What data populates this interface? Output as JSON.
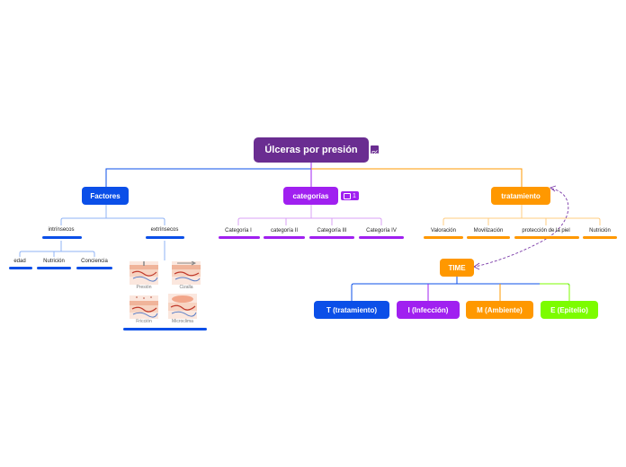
{
  "root": {
    "label": "Úlceras por presión"
  },
  "branches": {
    "factores": {
      "label": "Factores"
    },
    "categorias": {
      "label": "categorías",
      "comment_count": "1"
    },
    "tratamiento": {
      "label": "tratamiento"
    }
  },
  "factores": {
    "intrinsecos": {
      "label": "intrínsecos",
      "items": [
        "edad",
        "Nutrición",
        "Conciencia"
      ]
    },
    "extrinsecos": {
      "label": "extrínsecos",
      "images": [
        "Presión",
        "Cizalla",
        "Fricción",
        "Microclima"
      ]
    }
  },
  "categorias": {
    "items": [
      "Categoría I",
      "categoría II",
      "Categoría III",
      "Categoría IV"
    ]
  },
  "tratamiento": {
    "items": [
      "Valoración",
      "Movilización",
      "protección de la piel",
      "Nutrición"
    ],
    "time": {
      "label": "TIME",
      "items": [
        "T (tratamiento)",
        "I (Infección)",
        "M (Ambiente)",
        "E (Epitelio)"
      ]
    }
  },
  "colors": {
    "root": "#6a2d91",
    "factores": "#0b4fe8",
    "categorias": "#a020f0",
    "tratamiento": "#ff9800",
    "t": "#0b4fe8",
    "i": "#a020f0",
    "m": "#ff9800",
    "e": "#7cfc00"
  }
}
